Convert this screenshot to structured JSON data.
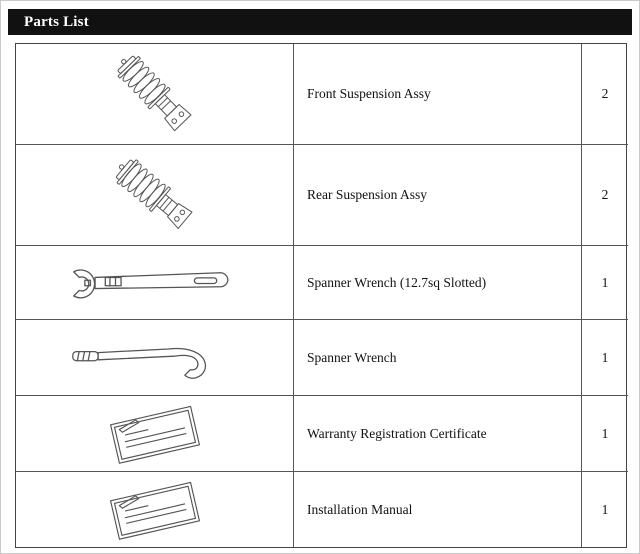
{
  "header": {
    "title": "Parts List"
  },
  "parts_table": {
    "columns": [
      "illustration",
      "part_name",
      "quantity"
    ],
    "rows": [
      {
        "name": "Front Suspension Assy",
        "qty": "2",
        "illustration": "front-suspension-assy"
      },
      {
        "name": "Rear Suspension Assy",
        "qty": "2",
        "illustration": "rear-suspension-assy"
      },
      {
        "name": "Spanner Wrench (12.7sq Slotted)",
        "qty": "1",
        "illustration": "spanner-wrench-slotted"
      },
      {
        "name": "Spanner Wrench",
        "qty": "1",
        "illustration": "spanner-wrench-hook"
      },
      {
        "name": "Warranty Registration Certificate",
        "qty": "1",
        "illustration": "warranty-registration-certificate"
      },
      {
        "name": "Installation Manual",
        "qty": "1",
        "illustration": "installation-manual"
      }
    ]
  },
  "colors": {
    "header_bg": "#111111",
    "header_text": "#ffffff",
    "table_border": "#444444",
    "line_art": "#555555"
  }
}
